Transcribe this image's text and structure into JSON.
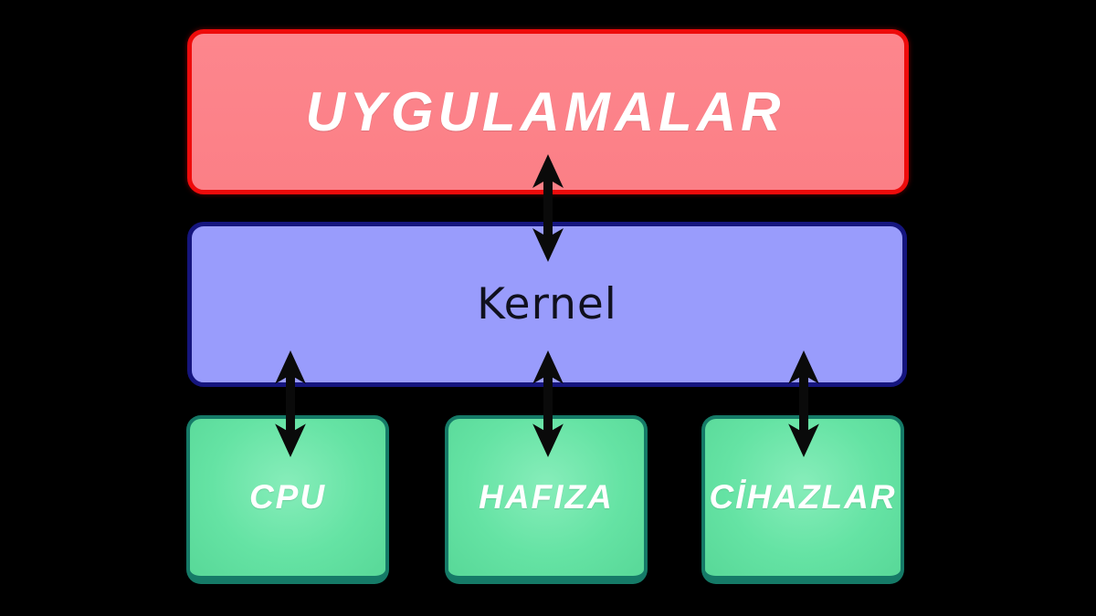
{
  "diagram": {
    "title": "Operating system layers diagram",
    "background_color": "#000000",
    "arrow_color": "#0a0a0a",
    "boxes": {
      "applications": {
        "label": "UYGULAMALAR",
        "fill_color": "#fb7f86",
        "border_color": "#ee0b0b",
        "text_color": "#ffffff"
      },
      "kernel": {
        "label": "Kernel",
        "fill_color": "#999cfc",
        "border_color": "#15157e",
        "text_color": "#10101e"
      },
      "cpu": {
        "label": "CPU",
        "fill_color": "#65e3a4",
        "border_color": "#157a67",
        "text_color": "#ffffff"
      },
      "memory": {
        "label": "HAFIZA",
        "fill_color": "#65e3a4",
        "border_color": "#157a67",
        "text_color": "#ffffff"
      },
      "devices": {
        "label": "CİHAZLAR",
        "fill_color": "#65e3a4",
        "border_color": "#157a67",
        "text_color": "#ffffff"
      }
    },
    "connections": [
      {
        "from": "applications",
        "to": "kernel",
        "type": "double-arrow"
      },
      {
        "from": "kernel",
        "to": "cpu",
        "type": "double-arrow"
      },
      {
        "from": "kernel",
        "to": "memory",
        "type": "double-arrow"
      },
      {
        "from": "kernel",
        "to": "devices",
        "type": "double-arrow"
      }
    ]
  }
}
